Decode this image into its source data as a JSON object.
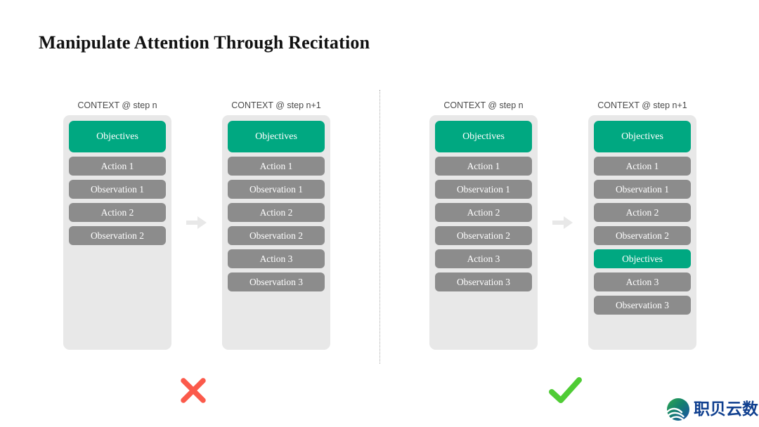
{
  "slide": {
    "title": "Manipulate Attention Through Recitation",
    "background_color": "#ffffff"
  },
  "colors": {
    "objective": "#00a881",
    "step": "#8c8c8c",
    "container": "#e8e8e8",
    "arrow": "#e8e8e8",
    "cross": "#fb5a4b",
    "check": "#4fcc35",
    "divider": "#a8a8a8",
    "logo_text": "#0f3f8f"
  },
  "panels": {
    "bad": {
      "verdict_icon": "cross-icon",
      "columns": [
        {
          "label": "CONTEXT @ step n",
          "items": [
            {
              "text": "Objectives",
              "kind": "objective"
            },
            {
              "text": "Action 1",
              "kind": "step"
            },
            {
              "text": "Observation 1",
              "kind": "step"
            },
            {
              "text": "Action 2",
              "kind": "step"
            },
            {
              "text": "Observation 2",
              "kind": "step"
            }
          ]
        },
        {
          "label": "CONTEXT @ step n+1",
          "items": [
            {
              "text": "Objectives",
              "kind": "objective"
            },
            {
              "text": "Action 1",
              "kind": "step"
            },
            {
              "text": "Observation 1",
              "kind": "step"
            },
            {
              "text": "Action 2",
              "kind": "step"
            },
            {
              "text": "Observation 2",
              "kind": "step"
            },
            {
              "text": "Action 3",
              "kind": "step"
            },
            {
              "text": "Observation 3",
              "kind": "step"
            }
          ]
        }
      ]
    },
    "good": {
      "verdict_icon": "check-icon",
      "columns": [
        {
          "label": "CONTEXT @ step n",
          "items": [
            {
              "text": "Objectives",
              "kind": "objective"
            },
            {
              "text": "Action 1",
              "kind": "step"
            },
            {
              "text": "Observation 1",
              "kind": "step"
            },
            {
              "text": "Action 2",
              "kind": "step"
            },
            {
              "text": "Observation 2",
              "kind": "step"
            },
            {
              "text": "Action 3",
              "kind": "step"
            },
            {
              "text": "Observation 3",
              "kind": "step"
            }
          ]
        },
        {
          "label": "CONTEXT @ step n+1",
          "items": [
            {
              "text": "Objectives",
              "kind": "objective"
            },
            {
              "text": "Action 1",
              "kind": "step"
            },
            {
              "text": "Observation 1",
              "kind": "step"
            },
            {
              "text": "Action 2",
              "kind": "step"
            },
            {
              "text": "Observation 2",
              "kind": "step"
            },
            {
              "text": "Objectives",
              "kind": "objective-inline"
            },
            {
              "text": "Action 3",
              "kind": "step"
            },
            {
              "text": "Observation 3",
              "kind": "step"
            }
          ]
        }
      ]
    }
  },
  "arrow": {
    "icon": "arrow-right-icon"
  },
  "logo": {
    "icon": "wave-globe-icon",
    "text": "职贝云数"
  }
}
